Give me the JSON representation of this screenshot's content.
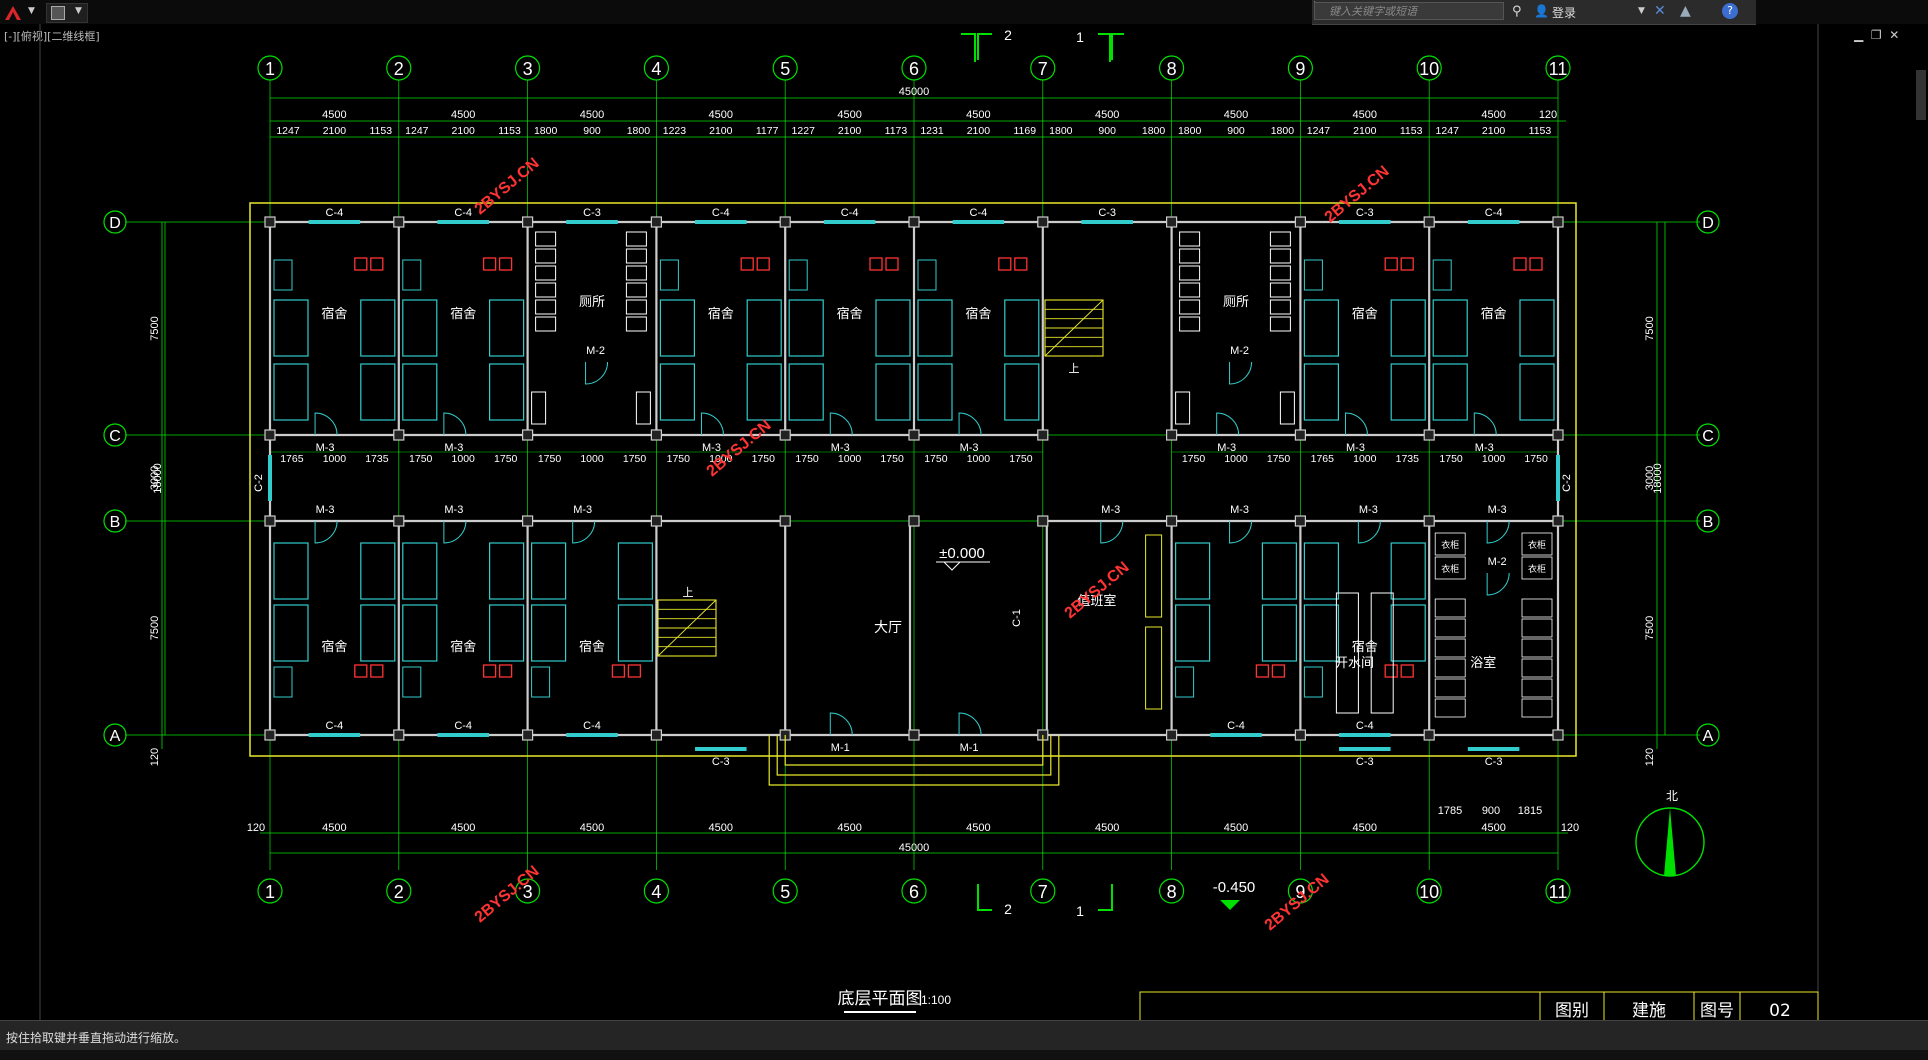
{
  "app": {
    "viewport_label": "[-][俯视][二维线框]",
    "status_text": "按住拾取键并垂直拖动进行缩放。"
  },
  "infocenter": {
    "search_placeholder": "键入关键字或短语",
    "login": "登录"
  },
  "colors": {
    "background": "#000000",
    "grid_lines": "#00e000",
    "walls": "#cccccc",
    "furniture": "#33cccc",
    "chairs": "#ff3333",
    "stairs": "#e8e82a",
    "fixtures": "#e040e0",
    "text": "#ffffff",
    "watermark": "#ff3333",
    "outline": "#e8e82a"
  },
  "drawing": {
    "title": "底层平面图",
    "scale": "1:100",
    "axes_x": [
      "1",
      "2",
      "3",
      "4",
      "5",
      "6",
      "7",
      "8",
      "9",
      "10",
      "11"
    ],
    "axes_y": [
      "D",
      "C",
      "B",
      "A"
    ],
    "section_mark_left": "2",
    "section_mark_right": "1",
    "top_dims_row1": [
      "4500",
      "4500",
      "4500",
      "4500",
      "4500",
      "4500",
      "4500",
      "4500",
      "4500",
      "4500",
      "120"
    ],
    "total_dim": "45000",
    "top_dims_row2": [
      "1247",
      "2100",
      "1153",
      "1247",
      "2100",
      "1153",
      "1800",
      "900",
      "1800",
      "1223",
      "2100",
      "1177",
      "1227",
      "2100",
      "1173",
      "1231",
      "2100",
      "1169",
      "1800",
      "900",
      "1800",
      "1800",
      "900",
      "1800",
      "1247",
      "2100",
      "1153",
      "1247",
      "2100",
      "1153"
    ],
    "bottom_dims": [
      "4500",
      "4500",
      "4500",
      "4500",
      "4500",
      "4500",
      "4500",
      "4500",
      "4500",
      "4500"
    ],
    "bottom_dim_edge_left": "120",
    "bottom_dim_edge_right": "120",
    "bottom_right_dims": [
      "1785",
      "900",
      "1815"
    ],
    "left_dims": [
      "7500",
      "3000",
      "7500",
      "120"
    ],
    "left_total": "18000",
    "right_dims": [
      "7500",
      "3000",
      "7500",
      "120"
    ],
    "right_total": "18000",
    "corridor_dims_left": [
      "1765",
      "1000",
      "1735",
      "1750",
      "1000",
      "1750",
      "1750",
      "1000",
      "1750",
      "1750",
      "1000",
      "1750",
      "1750",
      "1000",
      "1750",
      "1750",
      "1000",
      "1750"
    ],
    "corridor_dims_right": [
      "1750",
      "1000",
      "1750",
      "1765",
      "1000",
      "1735",
      "1750",
      "1000",
      "1750"
    ],
    "rooms": {
      "dorm": "宿舍",
      "toilet": "厕所",
      "hall": "大厅",
      "duty": "值班室",
      "water": "开水间",
      "bath": "浴室",
      "closet": "衣柜"
    },
    "doors": {
      "m1": "M-1",
      "m2": "M-2",
      "m3": "M-3"
    },
    "windows": {
      "c1": "C-1",
      "c2": "C-2",
      "c3": "C-3",
      "c4": "C-4"
    },
    "stair_up": "上",
    "level_main": "±0.000",
    "level_outdoor": "-0.450",
    "north": "北",
    "watermark": "2BYSJ.CN",
    "title_block": {
      "category_label": "图别",
      "category_value": "建施",
      "number_label": "图号",
      "number_value": "02"
    }
  }
}
